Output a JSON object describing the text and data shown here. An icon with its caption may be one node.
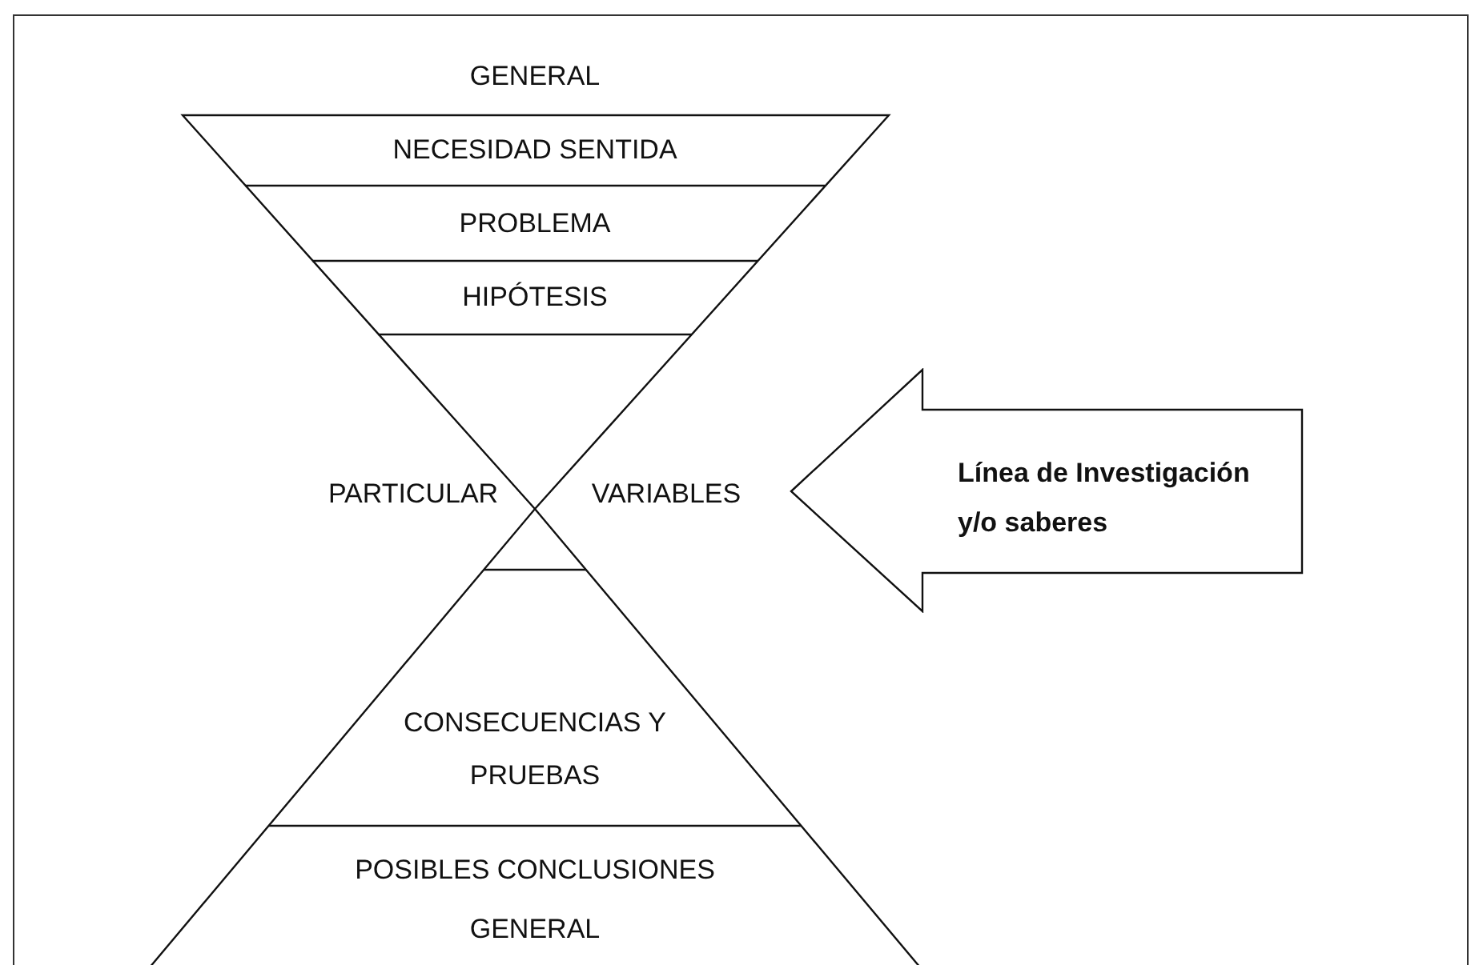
{
  "diagram": {
    "nodes": [
      {
        "text": [
          "NECESIDAD SENTIDA"
        ]
      },
      {
        "text": [
          "PROBLEMA"
        ]
      },
      {
        "text": [
          "HIPÓTESIS"
        ]
      },
      {
        "text": [
          "CONSECUENCIAS Y PRUEBAS"
        ]
      },
      {
        "text": [
          "POSIBLES CONCLUSIONES"
        ]
      },
      {
        "text": [
          "Línea de Investigación y/o saberes"
        ]
      }
    ],
    "labels": [
      "GENERAL",
      "PARTICULAR",
      "VARIABLES",
      "GENERAL"
    ]
  }
}
